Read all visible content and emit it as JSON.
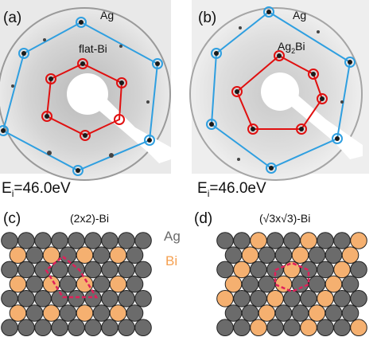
{
  "panels": {
    "a": {
      "letter": "(a)",
      "energy_prefix": "E",
      "energy_sub": "i",
      "energy_value": "=46.0eV",
      "outer_label": "Ag",
      "inner_label": "flat-Bi"
    },
    "b": {
      "letter": "(b)",
      "energy_prefix": "E",
      "energy_sub": "i",
      "energy_value": "=46.0eV",
      "outer_label": "Ag",
      "inner_label_main": "Ag",
      "inner_label_sub": "2",
      "inner_label_tail": "Bi"
    },
    "c": {
      "letter": "(c)",
      "title": "(2x2)-Bi"
    },
    "d": {
      "letter": "(d)",
      "title": "(√3x√3)-Bi"
    }
  },
  "legend": {
    "ag": "Ag",
    "bi": "Bi"
  },
  "colors": {
    "outer_hexagon": "#2f9fe0",
    "inner_hexagon": "#e01010",
    "ag_atom": "#6b6b6b",
    "bi_atom": "#f5b070",
    "bi_legend_text": "#f5a050",
    "unit_cell": "#e0205a",
    "leed_background": "#d8d8d8"
  }
}
